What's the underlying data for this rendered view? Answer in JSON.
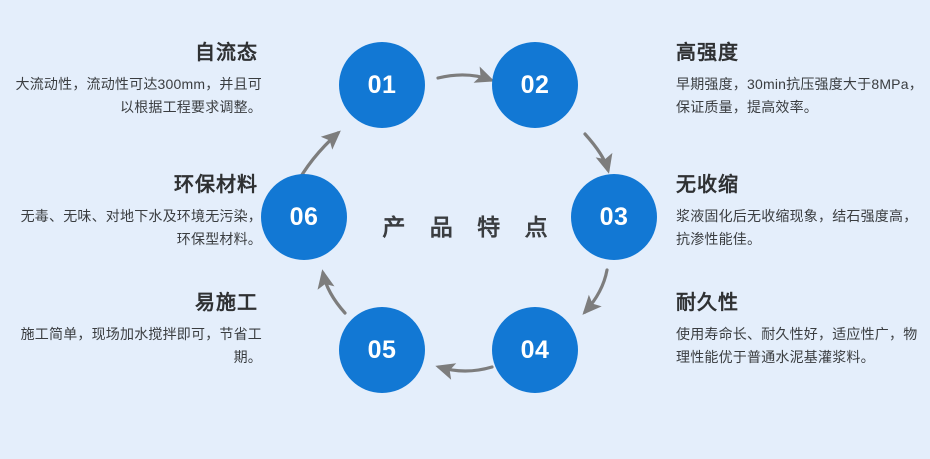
{
  "theme": {
    "background": "#e4eefb",
    "node_color": "#1278d4",
    "node_text_color": "#ffffff",
    "heading_color": "#2f3133",
    "body_color": "#3a3d40",
    "arrow_color": "#7d7d7d"
  },
  "center": {
    "title": "产 品 特 点"
  },
  "nodes": [
    {
      "number": "01"
    },
    {
      "number": "02"
    },
    {
      "number": "03"
    },
    {
      "number": "04"
    },
    {
      "number": "05"
    },
    {
      "number": "06"
    }
  ],
  "features": [
    {
      "id": "self-leveling",
      "side": "left",
      "node": "01",
      "heading": "自流态",
      "body": "大流动性，流动性可达300mm，并且可以根据工程要求调整。"
    },
    {
      "id": "eco-material",
      "side": "left",
      "node": "06",
      "heading": "环保材料",
      "body": "无毒、无味、对地下水及环境无污染，环保型材料。"
    },
    {
      "id": "easy-construction",
      "side": "left",
      "node": "05",
      "heading": "易施工",
      "body": "施工简单，现场加水搅拌即可，节省工期。"
    },
    {
      "id": "high-strength",
      "side": "right",
      "node": "02",
      "heading": "高强度",
      "body": "早期强度，30min抗压强度大于8MPa，保证质量，提高效率。"
    },
    {
      "id": "no-shrinkage",
      "side": "right",
      "node": "03",
      "heading": "无收缩",
      "body": "浆液固化后无收缩现象，结石强度高，抗渗性能佳。"
    },
    {
      "id": "durability",
      "side": "right",
      "node": "04",
      "heading": "耐久性",
      "body": "使用寿命长、耐久性好，适应性广，物理性能优于普通水泥基灌浆料。"
    }
  ],
  "arrows": [
    {
      "id": "arrow-01-to-02",
      "from": "01",
      "to": "02",
      "direction": "right"
    },
    {
      "id": "arrow-02-to-03",
      "from": "02",
      "to": "03",
      "direction": "down-right"
    },
    {
      "id": "arrow-03-to-04",
      "from": "03",
      "to": "04",
      "direction": "down-left"
    },
    {
      "id": "arrow-04-to-05",
      "from": "04",
      "to": "05",
      "direction": "left"
    },
    {
      "id": "arrow-05-to-06",
      "from": "05",
      "to": "06",
      "direction": "up-left"
    },
    {
      "id": "arrow-06-to-01",
      "from": "06",
      "to": "01",
      "direction": "up-right"
    }
  ]
}
